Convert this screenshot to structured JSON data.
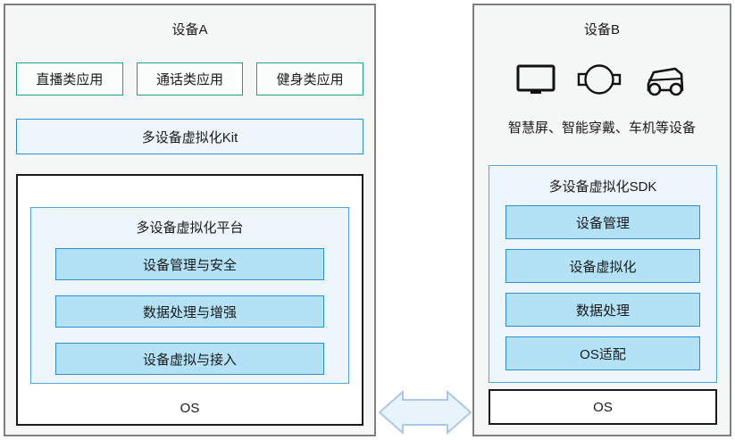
{
  "device_a": {
    "title": "设备A",
    "apps": [
      "直播类应用",
      "通话类应用",
      "健身类应用"
    ],
    "kit": "多设备虚拟化Kit",
    "platform": {
      "title": "多设备虚拟化平台",
      "modules": [
        "设备管理与安全",
        "数据处理与增强",
        "设备虚拟与接入"
      ]
    },
    "os": "OS"
  },
  "device_b": {
    "title": "设备B",
    "icons": [
      "tv-icon",
      "smartwatch-icon",
      "car-icon"
    ],
    "caption": "智慧屏、智能穿戴、车机等设备",
    "sdk": {
      "title": "多设备虚拟化SDK",
      "modules": [
        "设备管理",
        "设备虚拟化",
        "数据处理",
        "OS适配"
      ]
    },
    "os": "OS"
  },
  "connector": "bidirectional-arrow",
  "colors": {
    "panel_bg": "#f5f6f6",
    "panel_border": "#7f7f7f",
    "app_border": "#18a287",
    "blue_border": "#2e8fce",
    "light_blue_bg": "#eef6fd",
    "container_border": "#54a5d9",
    "module_bg": "#b3e2f7",
    "arrow_fill": "#e9f3fb",
    "arrow_stroke": "#a9c9e6"
  }
}
